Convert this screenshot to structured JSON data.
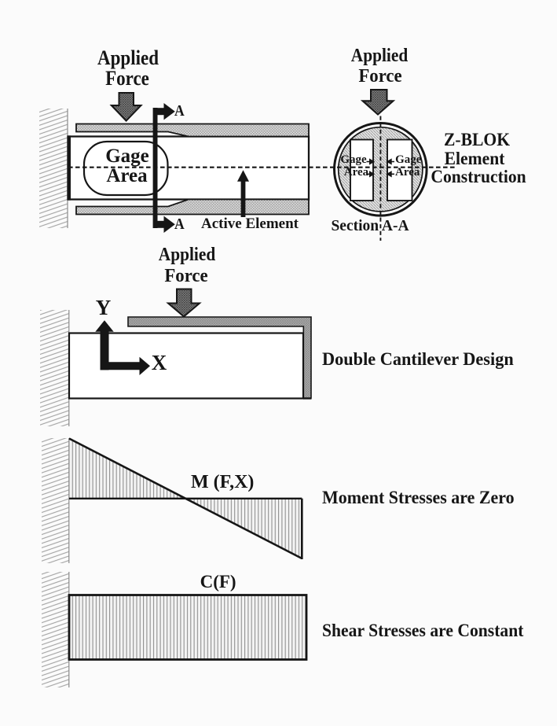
{
  "figure_title": "Z-BLOK element construction and double cantilever stress diagrams",
  "colors": {
    "ink": "#161616",
    "paper": "#fbfbfb",
    "hatch-line": "#8f8f8f",
    "light-fill": "#e7e7e7",
    "plate-gray": "#aeaeae",
    "arrow-gray": "#7b7b7b"
  },
  "side_view": {
    "applied_force": {
      "line1": "Applied",
      "line2": "Force"
    },
    "section_marker": "A",
    "gage_area": {
      "line1": "Gage",
      "line2": "Area"
    },
    "active_element_label": "Active Element"
  },
  "cross_section": {
    "applied_force": {
      "line1": "Applied",
      "line2": "Force"
    },
    "gage_left": {
      "line1": "Gage",
      "line2": "Area"
    },
    "gage_right": {
      "line1": "Gage",
      "line2": "Area"
    },
    "caption": "Section A-A",
    "title": {
      "line1": "Z-BLOK",
      "line2": "Element",
      "line3": "Construction"
    }
  },
  "cantilever": {
    "applied_force": {
      "line1": "Applied",
      "line2": "Force"
    },
    "axis_y": "Y",
    "axis_x": "X",
    "caption": "Double Cantilever Design"
  },
  "moment": {
    "label": "M (F,X)",
    "caption": "Moment Stresses are Zero"
  },
  "shear": {
    "label": "C(F)",
    "caption": "Shear Stresses are Constant"
  }
}
